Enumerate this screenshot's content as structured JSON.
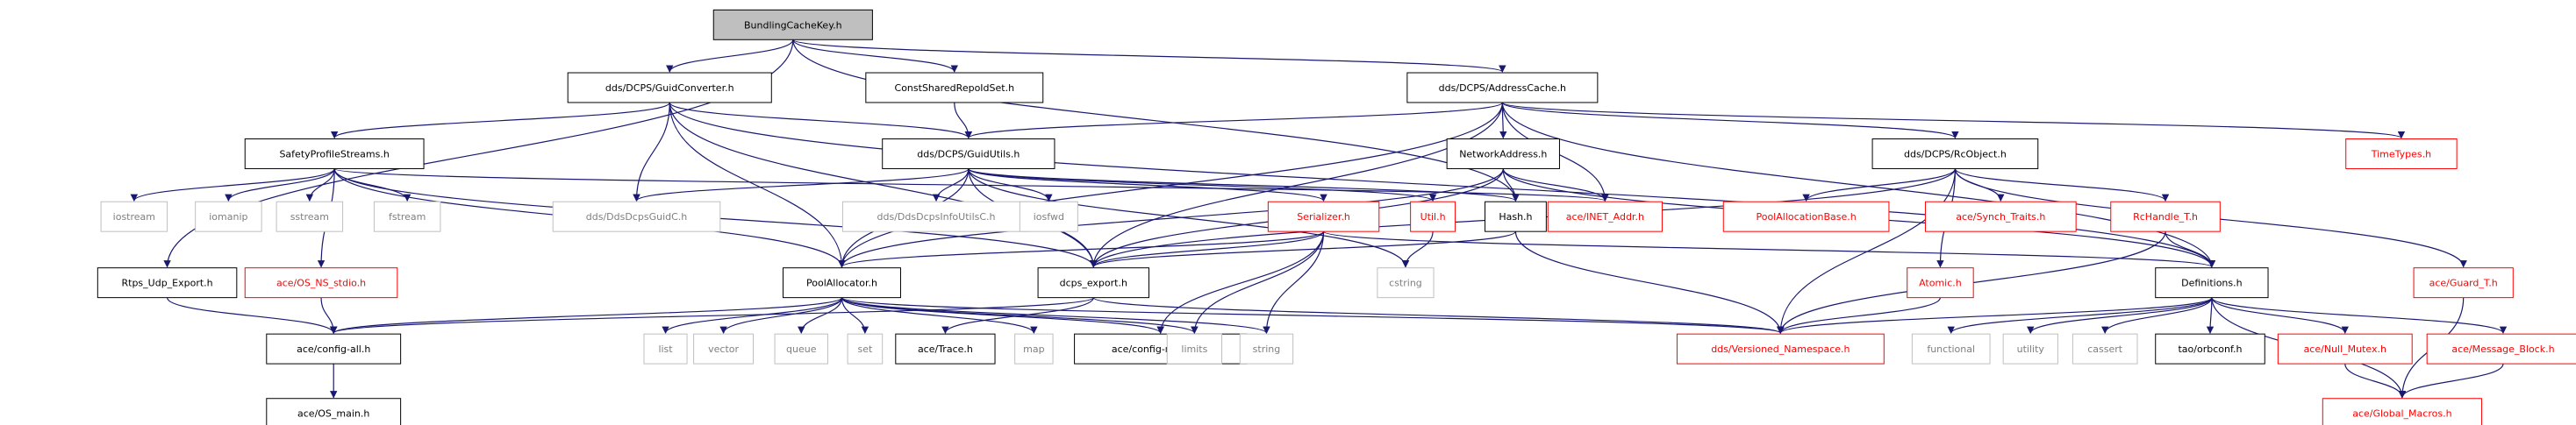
{
  "diagram": {
    "palette": {
      "normal": {
        "stroke": "#000000",
        "fill": "#ffffff",
        "text": "#000000"
      },
      "root": {
        "stroke": "#000000",
        "fill": "#bfbfbf",
        "text": "#000000"
      },
      "system": {
        "stroke": "#bfbfbf",
        "fill": "#ffffff",
        "text": "#7f7f7f"
      },
      "link": {
        "stroke": "#ff0000",
        "fill": "#ffffff",
        "text": "#ff0000"
      },
      "edge_colors": {
        "navy": "#191970",
        "green": "#006400",
        "gray": "#a9a9a9"
      }
    },
    "nodes": [
      {
        "id": "bck",
        "label": "BundlingCacheKey.h",
        "style": "root"
      },
      {
        "id": "guidconv",
        "label": "dds/DCPS/GuidConverter.h",
        "style": "normal"
      },
      {
        "id": "constrep",
        "label": "ConstSharedRepoIdSet.h",
        "style": "normal"
      },
      {
        "id": "addrcache",
        "label": "dds/DCPS/AddressCache.h",
        "style": "normal"
      },
      {
        "id": "safety",
        "label": "SafetyProfileStreams.h",
        "style": "normal"
      },
      {
        "id": "guidutils",
        "label": "dds/DCPS/GuidUtils.h",
        "style": "normal"
      },
      {
        "id": "netaddr",
        "label": "NetworkAddress.h",
        "style": "normal"
      },
      {
        "id": "rcobject",
        "label": "dds/DCPS/RcObject.h",
        "style": "normal"
      },
      {
        "id": "timetypes",
        "label": "TimeTypes.h",
        "style": "link"
      },
      {
        "id": "iostream",
        "label": "iostream",
        "style": "system"
      },
      {
        "id": "iomanip",
        "label": "iomanip",
        "style": "system"
      },
      {
        "id": "sstream",
        "label": "sstream",
        "style": "system"
      },
      {
        "id": "fstream",
        "label": "fstream",
        "style": "system"
      },
      {
        "id": "ddsguidc",
        "label": "dds/DdsDcpsGuidC.h",
        "style": "system"
      },
      {
        "id": "ddsinfo",
        "label": "dds/DdsDcpsInfoUtilsC.h",
        "style": "system"
      },
      {
        "id": "iosfwd",
        "label": "iosfwd",
        "style": "system"
      },
      {
        "id": "serializer",
        "label": "Serializer.h",
        "style": "link"
      },
      {
        "id": "util",
        "label": "Util.h",
        "style": "link"
      },
      {
        "id": "hash",
        "label": "Hash.h",
        "style": "normal"
      },
      {
        "id": "inet",
        "label": "ace/INET_Addr.h",
        "style": "link"
      },
      {
        "id": "poolbase",
        "label": "PoolAllocationBase.h",
        "style": "link"
      },
      {
        "id": "synch",
        "label": "ace/Synch_Traits.h",
        "style": "link"
      },
      {
        "id": "rchandle",
        "label": "RcHandle_T.h",
        "style": "link"
      },
      {
        "id": "rtps",
        "label": "Rtps_Udp_Export.h",
        "style": "normal"
      },
      {
        "id": "osns",
        "label": "ace/OS_NS_stdio.h",
        "style": "link"
      },
      {
        "id": "pool",
        "label": "PoolAllocator.h",
        "style": "normal"
      },
      {
        "id": "dcps",
        "label": "dcps_export.h",
        "style": "normal"
      },
      {
        "id": "cstring",
        "label": "cstring",
        "style": "system"
      },
      {
        "id": "atomic",
        "label": "Atomic.h",
        "style": "link"
      },
      {
        "id": "defs",
        "label": "Definitions.h",
        "style": "normal"
      },
      {
        "id": "guard",
        "label": "ace/Guard_T.h",
        "style": "link"
      },
      {
        "id": "configall",
        "label": "ace/config-all.h",
        "style": "normal"
      },
      {
        "id": "list",
        "label": "list",
        "style": "system"
      },
      {
        "id": "vector",
        "label": "vector",
        "style": "system"
      },
      {
        "id": "queue",
        "label": "queue",
        "style": "system"
      },
      {
        "id": "set",
        "label": "set",
        "style": "system"
      },
      {
        "id": "trace",
        "label": "ace/Trace.h",
        "style": "normal"
      },
      {
        "id": "map",
        "label": "map",
        "style": "system"
      },
      {
        "id": "configmacros",
        "label": "ace/config-macros.h",
        "style": "normal"
      },
      {
        "id": "limits",
        "label": "limits",
        "style": "system"
      },
      {
        "id": "string",
        "label": "string",
        "style": "system"
      },
      {
        "id": "versioned",
        "label": "dds/Versioned_Namespace.h",
        "style": "link"
      },
      {
        "id": "functional",
        "label": "functional",
        "style": "system"
      },
      {
        "id": "utility",
        "label": "utility",
        "style": "system"
      },
      {
        "id": "cassert",
        "label": "cassert",
        "style": "system"
      },
      {
        "id": "orbconf",
        "label": "tao/orbconf.h",
        "style": "normal"
      },
      {
        "id": "nullmutex",
        "label": "ace/Null_Mutex.h",
        "style": "link"
      },
      {
        "id": "msgblock",
        "label": "ace/Message_Block.h",
        "style": "link"
      },
      {
        "id": "osmain",
        "label": "ace/OS_main.h",
        "style": "normal"
      },
      {
        "id": "globalmacros",
        "label": "ace/Global_Macros.h",
        "style": "link"
      }
    ],
    "edges": [
      {
        "from": "bck",
        "to": "guidconv",
        "color": "navy"
      },
      {
        "from": "bck",
        "to": "constrep",
        "color": "navy"
      },
      {
        "from": "bck",
        "to": "addrcache",
        "color": "navy"
      },
      {
        "from": "bck",
        "to": "hash",
        "color": "navy"
      },
      {
        "from": "bck",
        "to": "rtps",
        "color": "navy"
      },
      {
        "from": "guidconv",
        "to": "safety",
        "color": "navy"
      },
      {
        "from": "guidconv",
        "to": "guidutils",
        "color": "navy"
      },
      {
        "from": "guidconv",
        "to": "ddsguidc",
        "color": "navy"
      },
      {
        "from": "guidconv",
        "to": "pool",
        "color": "navy"
      },
      {
        "from": "guidconv",
        "to": "dcps",
        "color": "navy"
      },
      {
        "from": "guidconv",
        "to": "defs",
        "color": "navy"
      },
      {
        "from": "constrep",
        "to": "guidutils",
        "color": "navy"
      },
      {
        "from": "addrcache",
        "to": "guidutils",
        "color": "navy"
      },
      {
        "from": "addrcache",
        "to": "netaddr",
        "color": "navy"
      },
      {
        "from": "addrcache",
        "to": "rcobject",
        "color": "navy"
      },
      {
        "from": "addrcache",
        "to": "timetypes",
        "color": "navy"
      },
      {
        "from": "addrcache",
        "to": "inet",
        "color": "navy"
      },
      {
        "from": "addrcache",
        "to": "defs",
        "color": "navy"
      },
      {
        "from": "addrcache",
        "to": "dcps",
        "color": "navy"
      },
      {
        "from": "addrcache",
        "to": "pool",
        "color": "navy"
      },
      {
        "from": "safety",
        "to": "iostream",
        "color": "navy"
      },
      {
        "from": "safety",
        "to": "iomanip",
        "color": "navy"
      },
      {
        "from": "safety",
        "to": "sstream",
        "color": "navy"
      },
      {
        "from": "safety",
        "to": "fstream",
        "color": "navy"
      },
      {
        "from": "safety",
        "to": "osns",
        "color": "navy"
      },
      {
        "from": "safety",
        "to": "pool",
        "color": "navy"
      },
      {
        "from": "safety",
        "to": "dcps",
        "color": "navy"
      },
      {
        "from": "safety",
        "to": "inet",
        "color": "navy"
      },
      {
        "from": "guidutils",
        "to": "ddsguidc",
        "color": "navy"
      },
      {
        "from": "guidutils",
        "to": "ddsinfo",
        "color": "navy"
      },
      {
        "from": "guidutils",
        "to": "iosfwd",
        "color": "navy"
      },
      {
        "from": "guidutils",
        "to": "serializer",
        "color": "navy"
      },
      {
        "from": "guidutils",
        "to": "util",
        "color": "navy"
      },
      {
        "from": "guidutils",
        "to": "hash",
        "color": "navy"
      },
      {
        "from": "guidutils",
        "to": "pool",
        "color": "navy"
      },
      {
        "from": "guidutils",
        "to": "dcps",
        "color": "navy"
      },
      {
        "from": "guidutils",
        "to": "cstring",
        "color": "navy"
      },
      {
        "from": "netaddr",
        "to": "hash",
        "color": "navy"
      },
      {
        "from": "netaddr",
        "to": "inet",
        "color": "navy"
      },
      {
        "from": "netaddr",
        "to": "dcps",
        "color": "navy"
      },
      {
        "from": "netaddr",
        "to": "pool",
        "color": "navy"
      },
      {
        "from": "netaddr",
        "to": "defs",
        "color": "navy"
      },
      {
        "from": "rcobject",
        "to": "poolbase",
        "color": "navy"
      },
      {
        "from": "rcobject",
        "to": "synch",
        "color": "navy"
      },
      {
        "from": "rcobject",
        "to": "rchandle",
        "color": "navy"
      },
      {
        "from": "rcobject",
        "to": "atomic",
        "color": "navy"
      },
      {
        "from": "rcobject",
        "to": "guard",
        "color": "navy"
      },
      {
        "from": "rcobject",
        "to": "dcps",
        "color": "navy"
      },
      {
        "from": "rcobject",
        "to": "versioned",
        "color": "navy"
      },
      {
        "from": "serializer",
        "to": "pool",
        "color": "navy"
      },
      {
        "from": "serializer",
        "to": "dcps",
        "color": "navy"
      },
      {
        "from": "serializer",
        "to": "defs",
        "color": "navy"
      },
      {
        "from": "serializer",
        "to": "limits",
        "color": "navy"
      },
      {
        "from": "serializer",
        "to": "string",
        "color": "navy"
      },
      {
        "from": "serializer",
        "to": "configmacros",
        "color": "navy"
      },
      {
        "from": "util",
        "to": "cstring",
        "color": "navy"
      },
      {
        "from": "hash",
        "to": "dcps",
        "color": "navy"
      },
      {
        "from": "hash",
        "to": "versioned",
        "color": "navy"
      },
      {
        "from": "rchandle",
        "to": "defs",
        "color": "navy"
      },
      {
        "from": "rchandle",
        "to": "versioned",
        "color": "navy"
      },
      {
        "from": "rtps",
        "to": "configall",
        "color": "navy"
      },
      {
        "from": "osns",
        "to": "configall",
        "color": "navy"
      },
      {
        "from": "pool",
        "to": "list",
        "color": "navy"
      },
      {
        "from": "pool",
        "to": "vector",
        "color": "navy"
      },
      {
        "from": "pool",
        "to": "queue",
        "color": "navy"
      },
      {
        "from": "pool",
        "to": "set",
        "color": "navy"
      },
      {
        "from": "pool",
        "to": "map",
        "color": "navy"
      },
      {
        "from": "pool",
        "to": "limits",
        "color": "navy"
      },
      {
        "from": "pool",
        "to": "string",
        "color": "navy"
      },
      {
        "from": "pool",
        "to": "configmacros",
        "color": "navy"
      },
      {
        "from": "pool",
        "to": "versioned",
        "color": "navy"
      },
      {
        "from": "pool",
        "to": "configall",
        "color": "navy"
      },
      {
        "from": "dcps",
        "to": "trace",
        "color": "navy"
      },
      {
        "from": "dcps",
        "to": "configall",
        "color": "navy"
      },
      {
        "from": "dcps",
        "to": "versioned",
        "color": "navy"
      },
      {
        "from": "atomic",
        "to": "versioned",
        "color": "navy"
      },
      {
        "from": "defs",
        "to": "versioned",
        "color": "navy"
      },
      {
        "from": "defs",
        "to": "functional",
        "color": "navy"
      },
      {
        "from": "defs",
        "to": "utility",
        "color": "navy"
      },
      {
        "from": "defs",
        "to": "cassert",
        "color": "navy"
      },
      {
        "from": "defs",
        "to": "orbconf",
        "color": "navy"
      },
      {
        "from": "defs",
        "to": "nullmutex",
        "color": "navy"
      },
      {
        "from": "defs",
        "to": "msgblock",
        "color": "navy"
      },
      {
        "from": "defs",
        "to": "globalmacros",
        "color": "navy"
      },
      {
        "from": "guard",
        "to": "globalmacros",
        "color": "navy"
      },
      {
        "from": "nullmutex",
        "to": "globalmacros",
        "color": "navy"
      },
      {
        "from": "msgblock",
        "to": "globalmacros",
        "color": "navy"
      },
      {
        "from": "configall",
        "to": "osmain",
        "color": "navy"
      }
    ]
  }
}
